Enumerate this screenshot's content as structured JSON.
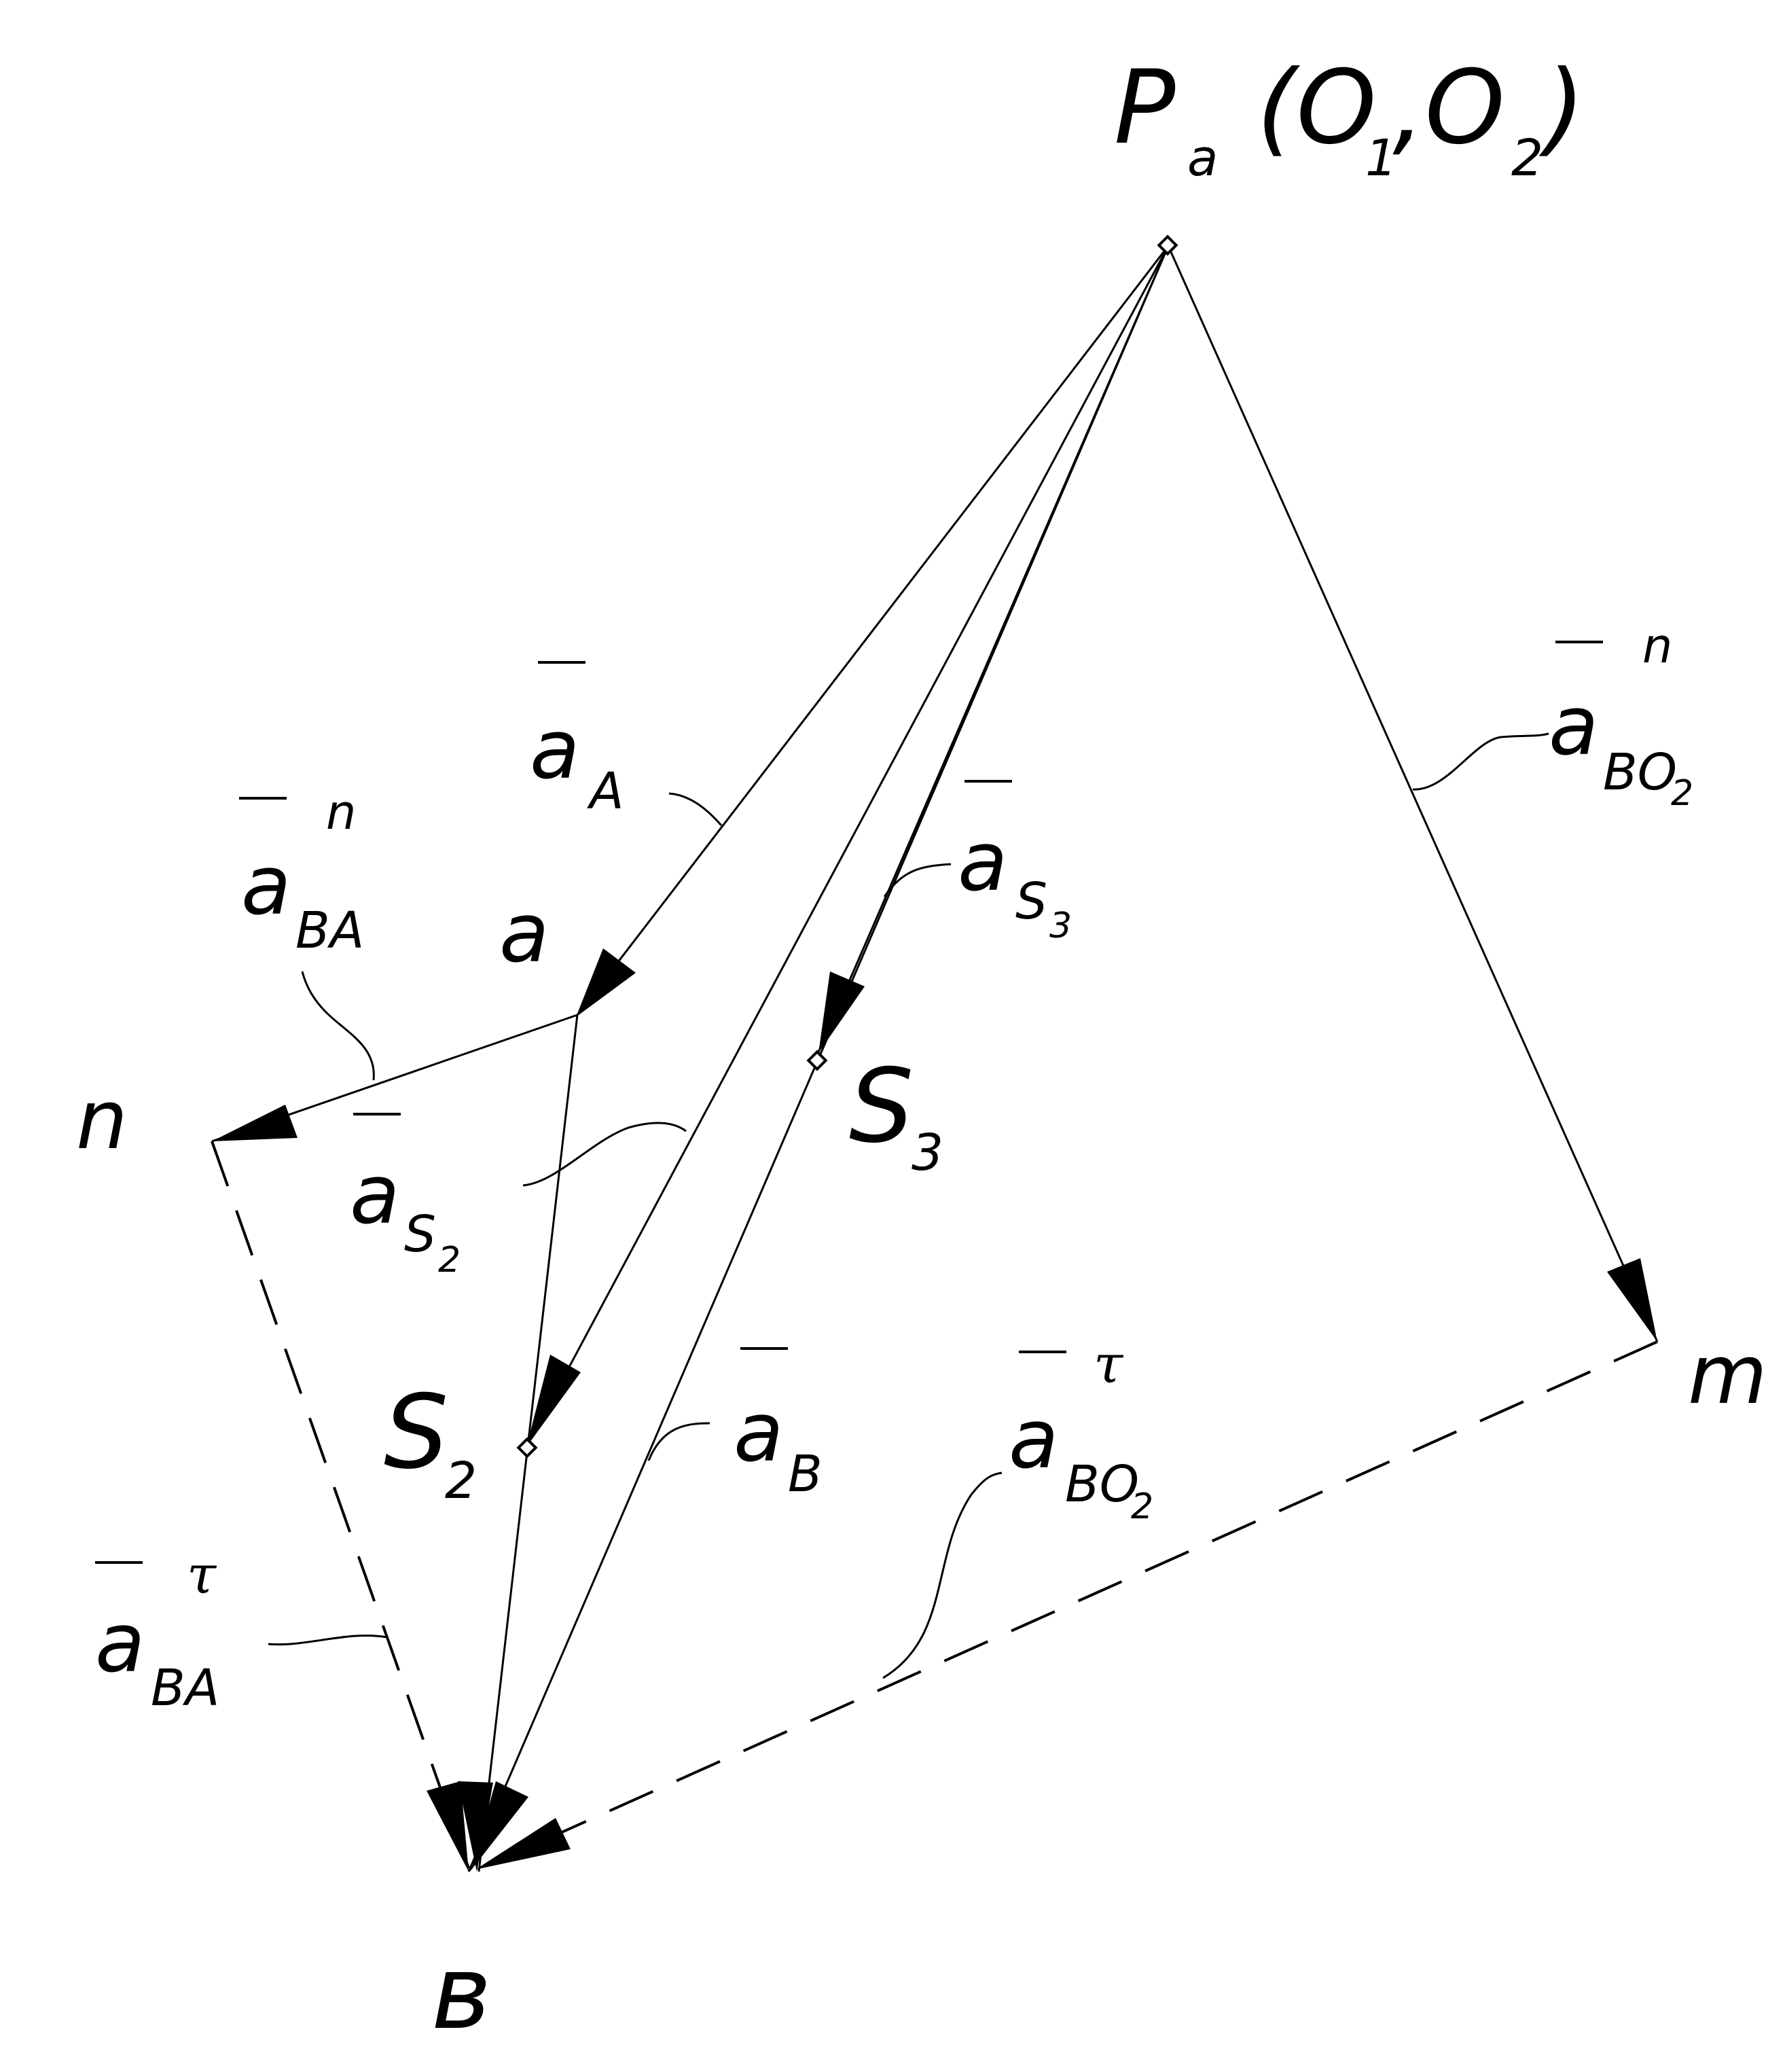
{
  "pole": {
    "main": "P",
    "sub": "a",
    "paren": "(O",
    "sub1": "1",
    "comma": ",O",
    "sub2": "2",
    "close": ")"
  },
  "points": {
    "a": "a",
    "n": "n",
    "m": "m",
    "b": "в",
    "s2": {
      "main": "S",
      "sub": "2"
    },
    "s3": {
      "main": "S",
      "sub": "3"
    }
  },
  "vectors": {
    "aA": {
      "main": "a",
      "sub": "A"
    },
    "aS3": {
      "main": "a",
      "sub": "S",
      "subsub": "3"
    },
    "aBO2n": {
      "main": "a",
      "sub": "BO",
      "subsub": "2",
      "sup": "n"
    },
    "aBAn": {
      "main": "a",
      "sub": "BA",
      "sup": "n"
    },
    "aS2": {
      "main": "a",
      "sub": "S",
      "subsub": "2"
    },
    "aB": {
      "main": "a",
      "sub": "B"
    },
    "aBO2t": {
      "main": "a",
      "sub": "BO",
      "subsub": "2",
      "sup": "τ"
    },
    "aBAt": {
      "main": "a",
      "sub": "BA",
      "sup": "τ"
    }
  }
}
